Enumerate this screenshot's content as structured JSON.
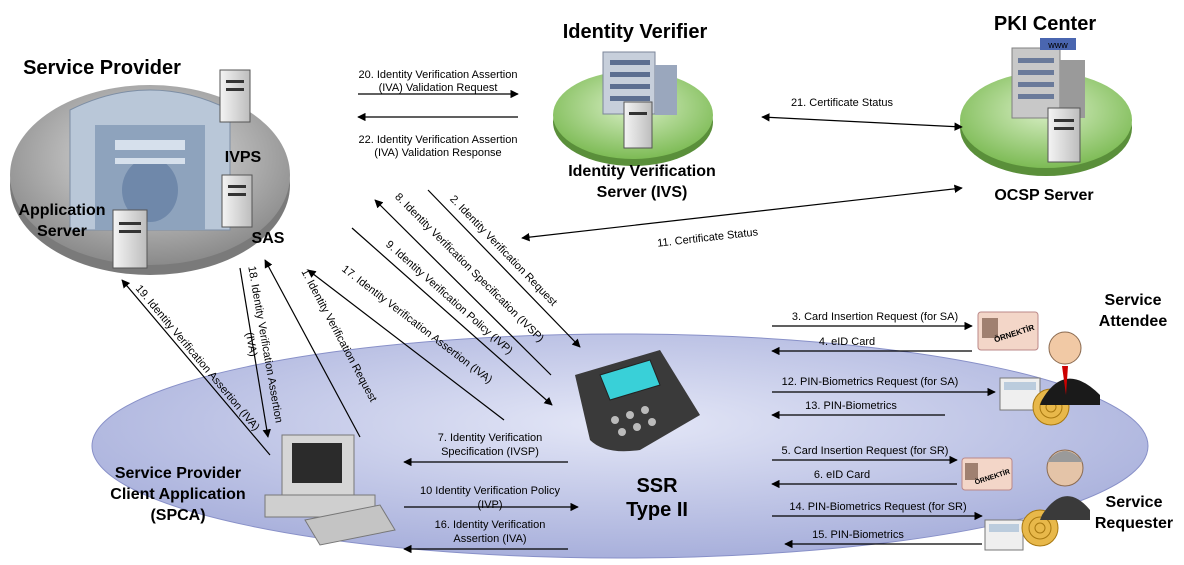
{
  "nodes": {
    "service_provider": "Service Provider",
    "identity_verifier": "Identity Verifier",
    "pki_center": "PKI Center",
    "ivps": "IVPS",
    "application_server_l1": "Application",
    "application_server_l2": "Server",
    "sas": "SAS",
    "ivs_l1": "Identity Verification",
    "ivs_l2": "Server (IVS)",
    "ocsp": "OCSP Server",
    "attendee_l1": "Service",
    "attendee_l2": "Attendee",
    "requester_l1": "Service",
    "requester_l2": "Requester",
    "spca_l1": "Service Provider",
    "spca_l2": "Client Application",
    "spca_l3": "(SPCA)",
    "ssr_l1": "SSR",
    "ssr_l2": "Type II"
  },
  "messages": {
    "m20a": "20. Identity Verification Assertion",
    "m20b": "(IVA) Validation Request",
    "m22a": "22. Identity Verification Assertion",
    "m22b": "(IVA) Validation Response",
    "m21": "21. Certificate Status",
    "m11": "11. Certificate Status",
    "m2": "2. Identity Verification Request",
    "m8": "8. Identity Verification Specification (IVSP)",
    "m9": "9. Identity Verification Policy (IVP)",
    "m17": "17. Identity Verification Assertion (IVA)",
    "m1": "1. Identity Verification Request",
    "m18a": "18. Identity Verification Assertion",
    "m18b": "(IVA)",
    "m19": "19. Identity Verification Assertion (IVA)",
    "m3": "3. Card Insertion Request (for SA)",
    "m4": "4. eID Card",
    "m12": "12. PIN-Biometrics Request (for SA)",
    "m13": "13. PIN-Biometrics",
    "m5": "5. Card Insertion Request (for SR)",
    "m6": "6. eID Card",
    "m14": "14. PIN-Biometrics Request (for SR)",
    "m15": "15. PIN-Biometrics",
    "m7a": "7. Identity Verification",
    "m7b": "Specification (IVSP)",
    "m10a": "10 Identity Verification Policy",
    "m10b": "(IVP)",
    "m16a": "16. Identity Verification",
    "m16b": "Assertion (IVA)"
  },
  "icons": {
    "card_stamp": "ÖRNEKTİR",
    "pki_sign": "www"
  },
  "colors": {
    "platform_left": "#9e9e9e",
    "platform_green": "#8fc66b",
    "platform_bottom": "#a9b1df"
  }
}
